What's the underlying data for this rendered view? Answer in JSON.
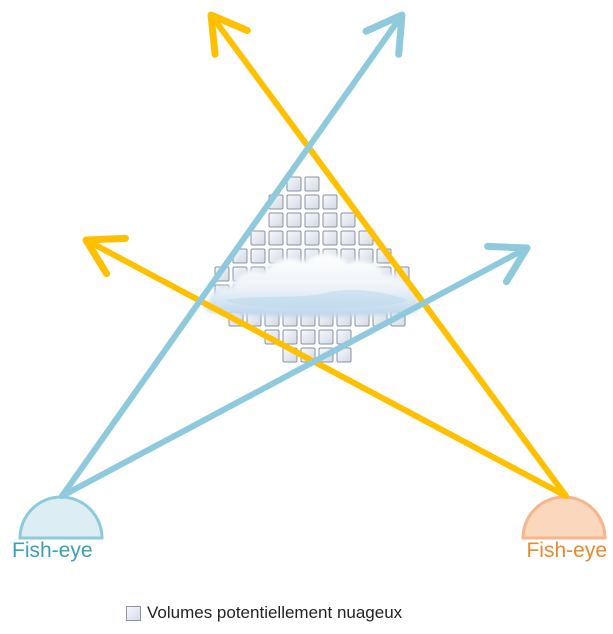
{
  "cameras": {
    "left_label": "Fish-eye",
    "right_label": "Fish-eye",
    "left_color": "#3a9fb8",
    "right_color": "#e68a2e",
    "left_fill": "#dceef4",
    "right_fill": "#fbd7bd"
  },
  "rays": {
    "left_camera_color": "#8ecadb",
    "right_camera_color": "#ffc000"
  },
  "grid": {
    "cell_fill": "#e6eaf2",
    "cell_stroke": "#8a93a3"
  },
  "cloud": {
    "icon": "cloud-icon",
    "fill": "#f4f7fb",
    "shade": "#bcd8ec"
  },
  "legend": {
    "label": "Volumes potentiellement nuageux"
  }
}
